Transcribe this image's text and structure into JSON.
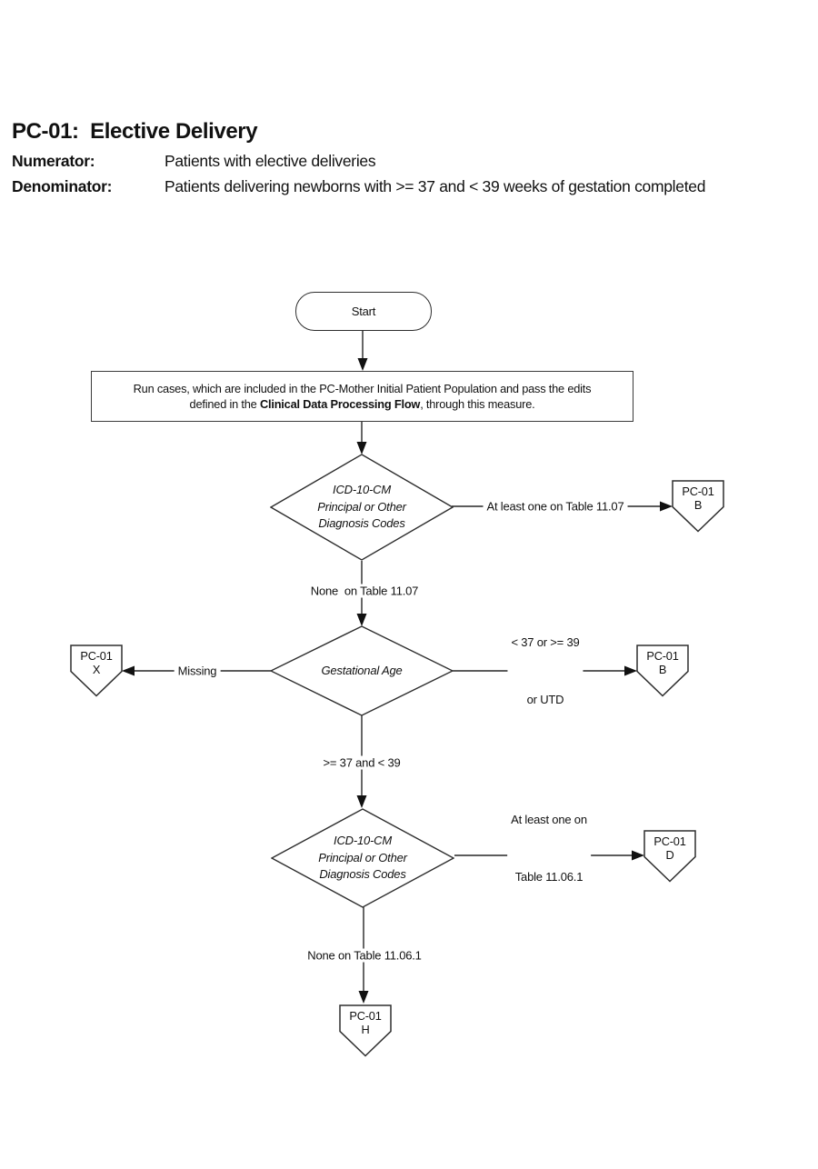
{
  "page": {
    "background": "#ffffff",
    "stroke_color": "#262626",
    "text_color": "#111111"
  },
  "header": {
    "title": "PC-01:  Elective Delivery",
    "rows": [
      {
        "label": "Numerator:",
        "value": "Patients with elective deliveries"
      },
      {
        "label": "Denominator:",
        "value": "Patients delivering newborns with >= 37 and < 39 weeks of gestation completed"
      }
    ]
  },
  "flow": {
    "start_label": "Start",
    "process": {
      "line1": "Run cases, which are included in the PC-Mother Initial Patient Population and pass the edits",
      "line2_pre": "defined in the ",
      "line2_bold": "Clinical Data Processing Flow",
      "line2_post": ", through this measure."
    },
    "decisions": {
      "diagnosis1": {
        "line1": "ICD-10-CM",
        "line2": "Principal or Other",
        "line3": "Diagnosis Codes"
      },
      "gestational_age": {
        "label": "Gestational Age"
      },
      "diagnosis2": {
        "line1": "ICD-10-CM",
        "line2": "Principal or Other",
        "line3": "Diagnosis Codes"
      }
    },
    "branch_labels": {
      "d1_right": "At least one on Table 11.07",
      "d1_down": "None  on Table 11.07",
      "d2_left": "Missing",
      "d2_right_line1": "< 37 or >= 39",
      "d2_right_line2": "or UTD",
      "d2_down": ">= 37 and < 39",
      "d3_right_line1": "At least one on",
      "d3_right_line2": "Table 11.06.1",
      "d3_down": "None on Table 11.06.1"
    },
    "connectors": {
      "b1": {
        "measure": "PC-01",
        "letter": "B"
      },
      "x": {
        "measure": "PC-01",
        "letter": "X"
      },
      "b2": {
        "measure": "PC-01",
        "letter": "B"
      },
      "d": {
        "measure": "PC-01",
        "letter": "D"
      },
      "h": {
        "measure": "PC-01",
        "letter": "H"
      }
    }
  }
}
